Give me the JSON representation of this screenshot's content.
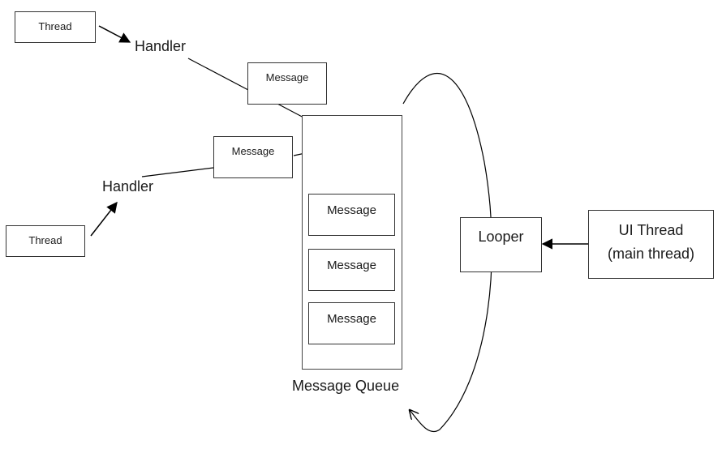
{
  "nodes": {
    "thread_top": "Thread",
    "handler_top": "Handler",
    "message_top": "Message",
    "message_mid": "Message",
    "handler_bottom": "Handler",
    "thread_bottom": "Thread",
    "queue_items": [
      "Message",
      "Message",
      "Message"
    ],
    "queue_label": "Message Queue",
    "looper": "Looper",
    "ui_thread_line1": "UI Thread",
    "ui_thread_line2": "(main thread)"
  }
}
